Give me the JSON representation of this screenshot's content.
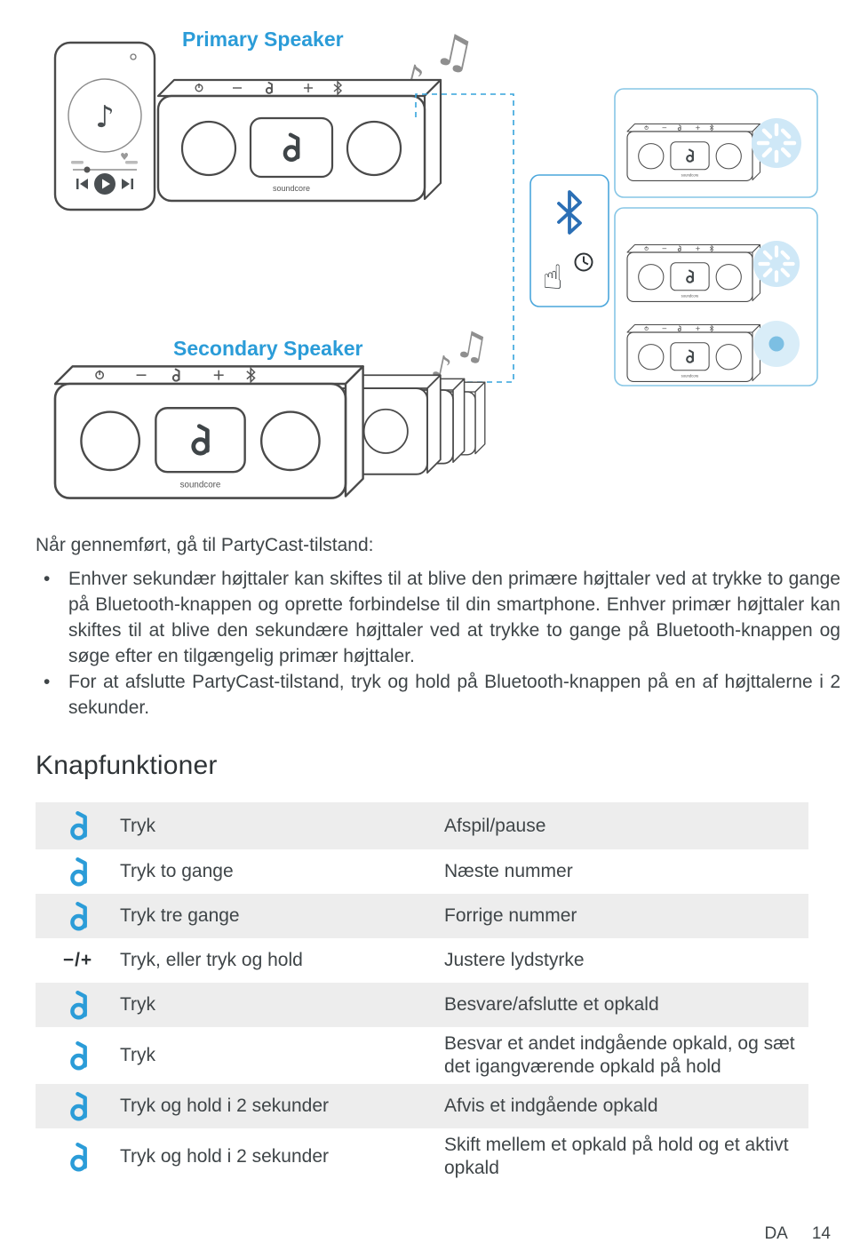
{
  "page": {
    "language": "DA",
    "number": "14"
  },
  "diagram": {
    "primary_label": "Primary Speaker",
    "secondary_label": "Secondary Speaker",
    "brand": "soundcore",
    "accent_color": "#2B9CD8",
    "glow_color": "#CFE8F7",
    "icons": {
      "note": "♪",
      "beamed_note": "♫",
      "heart": "♥",
      "hand": "☝"
    }
  },
  "intro": {
    "lead": "Når gennemført, gå til PartyCast-tilstand:",
    "bullet_char": "•",
    "bullets": [
      "Enhver sekundær højttaler kan skiftes til at blive den primære højttaler ved at trykke to gange på Bluetooth-knappen og oprette forbindelse til din smartphone. Enhver primær højttaler kan skiftes til at blive den sekundære højttaler ved at trykke to gange på Bluetooth-knappen og søge efter en tilgængelig primær højttaler.",
      "For at afslutte PartyCast-tilstand, tryk og hold på Bluetooth-knappen på en af højttalerne i 2 sekunder."
    ]
  },
  "section": {
    "title": "Knapfunktioner"
  },
  "table": {
    "rows": [
      {
        "icon": "soundcore-button",
        "action": "Tryk",
        "result": "Afspil/pause"
      },
      {
        "icon": "soundcore-button",
        "action": "Tryk to gange",
        "result": "Næste nummer"
      },
      {
        "icon": "soundcore-button",
        "action": "Tryk tre gange",
        "result": "Forrige nummer"
      },
      {
        "icon": "volume-minus-plus",
        "icon_label": "−/+",
        "action": "Tryk, eller tryk og hold",
        "result": "Justere lydstyrke"
      },
      {
        "icon": "soundcore-button",
        "action": "Tryk",
        "result": "Besvare/afslutte et opkald"
      },
      {
        "icon": "soundcore-button",
        "action": "Tryk",
        "result": "Besvar et andet indgående opkald, og sæt det igangværende opkald på hold"
      },
      {
        "icon": "soundcore-button",
        "action": "Tryk og hold i 2 sekunder",
        "result": "Afvis et indgående opkald"
      },
      {
        "icon": "soundcore-button",
        "action": "Tryk og hold i 2 sekunder",
        "result": "Skift mellem et opkald på hold og et aktivt opkald"
      }
    ]
  }
}
